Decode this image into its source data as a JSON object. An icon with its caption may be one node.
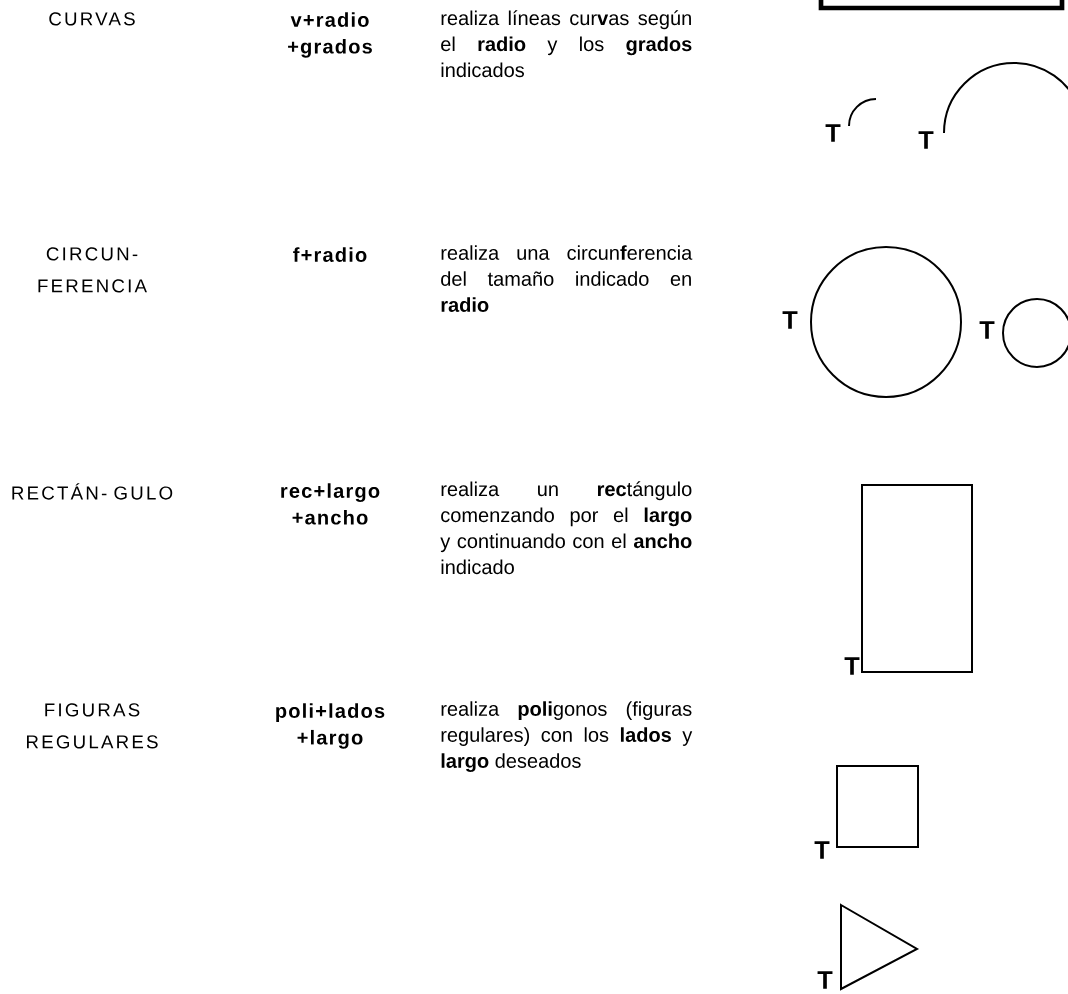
{
  "diagram": {
    "labels": [
      "CURVAS",
      "v+radio +grados",
      "realiza líneas cur**v**as según el **radio** y los **grados** indicados",
      "T",
      "T",
      "CIRCUN- FERENCIA",
      "f+radio",
      "realiza una circun**f**erencia del tamaño indicado en **radio**",
      "T",
      "T",
      "RECTÁN- GULO",
      "rec+largo +ancho",
      "realiza un **rec**tángulo comenzando por el **largo** y continuando con el **ancho** indicado",
      "T",
      "FIGURAS REGULARES",
      "poli+lados +largo",
      "realiza **poli**gonos (figuras regulares) con los **lados** y **largo** deseados",
      "T",
      "T"
    ]
  }
}
